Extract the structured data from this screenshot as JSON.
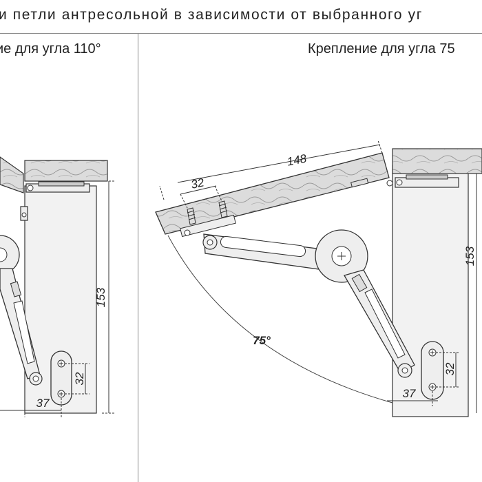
{
  "title": "и петли антресольной в зависимости от выбранного уг",
  "left_panel": {
    "caption": "ие для угла 110°",
    "dim_vertical": "153",
    "dim_hole": "32",
    "dim_horizontal": "37"
  },
  "right_panel": {
    "caption": "Крепление для угла 75",
    "dim_lid_length": "148",
    "dim_screw_spacing": "32",
    "dim_vertical": "153",
    "dim_hole": "32",
    "dim_horizontal": "37",
    "angle_label": "75°"
  },
  "colors": {
    "line": "#333333",
    "panel_fill": "#f2f2f2",
    "wood_fill": "#dcdcdc",
    "metal_fill": "#eeeeee"
  }
}
